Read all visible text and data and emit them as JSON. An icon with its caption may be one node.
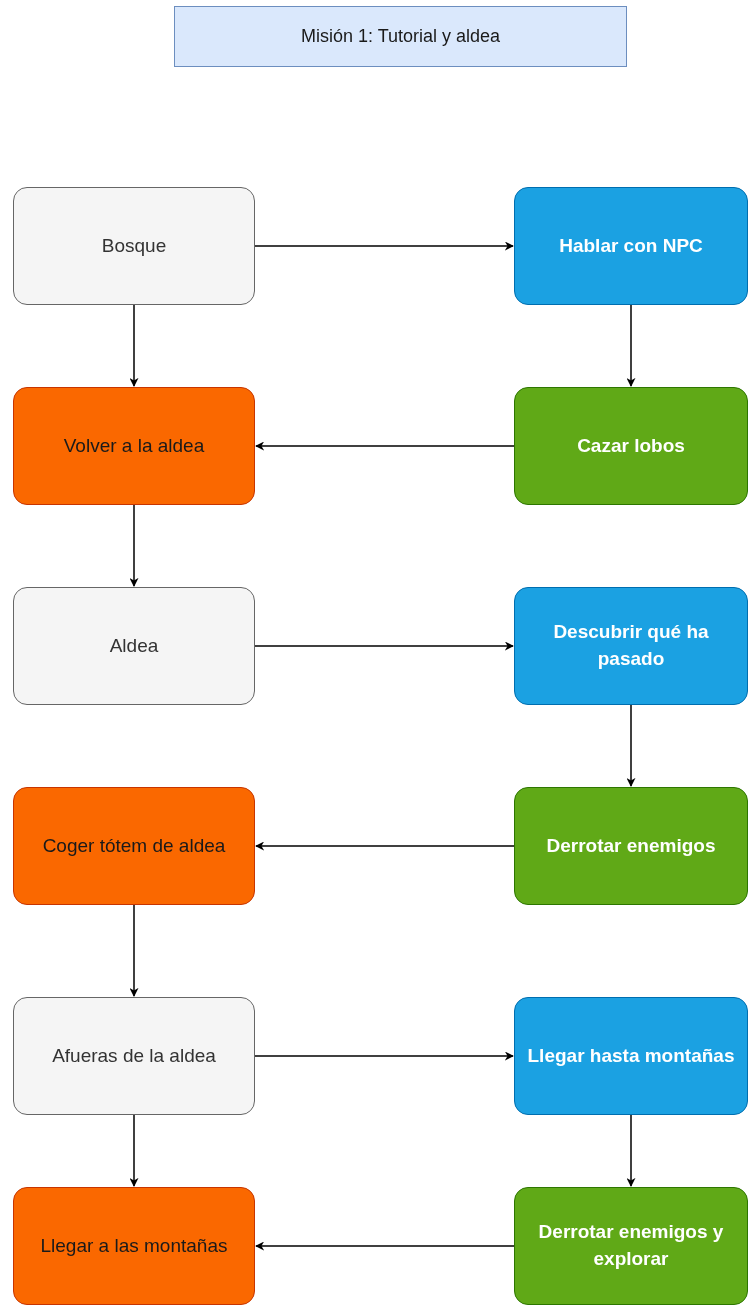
{
  "diagram": {
    "title": "Misión 1: Tutorial y aldea",
    "nodes": [
      {
        "text": [
          "Bosque"
        ]
      },
      {
        "text": [
          "Hablar con NPC"
        ]
      },
      {
        "text": [
          "Volver a la aldea"
        ]
      },
      {
        "text": [
          "Cazar lobos"
        ]
      },
      {
        "text": [
          "Aldea"
        ]
      },
      {
        "text": [
          "Descubrir qué ha pasado"
        ]
      },
      {
        "text": [
          "Coger tótem de aldea"
        ]
      },
      {
        "text": [
          "Derrotar enemigos"
        ]
      },
      {
        "text": [
          "Afueras de la aldea"
        ]
      },
      {
        "text": [
          "Llegar hasta montañas"
        ]
      },
      {
        "text": [
          "Llegar a las montañas"
        ]
      },
      {
        "text": [
          "Derrotar enemigos y explorar"
        ]
      }
    ],
    "edges": [
      {
        "from": 0,
        "to": 1,
        "arrow": "to"
      },
      {
        "from": 0,
        "to": 2,
        "arrow": "to"
      },
      {
        "from": 1,
        "to": 3,
        "arrow": "to"
      },
      {
        "from": 3,
        "to": 2,
        "arrow": "to"
      },
      {
        "from": 2,
        "to": 4,
        "arrow": "to"
      },
      {
        "from": 4,
        "to": 5,
        "arrow": "to"
      },
      {
        "from": 5,
        "to": 7,
        "arrow": "to"
      },
      {
        "from": 7,
        "to": 6,
        "arrow": "to"
      },
      {
        "from": 6,
        "to": 8,
        "arrow": "to"
      },
      {
        "from": 8,
        "to": 9,
        "arrow": "to"
      },
      {
        "from": 9,
        "to": 11,
        "arrow": "to"
      },
      {
        "from": 11,
        "to": 10,
        "arrow": "to"
      },
      {
        "from": 8,
        "to": 10,
        "arrow": "to"
      }
    ]
  }
}
